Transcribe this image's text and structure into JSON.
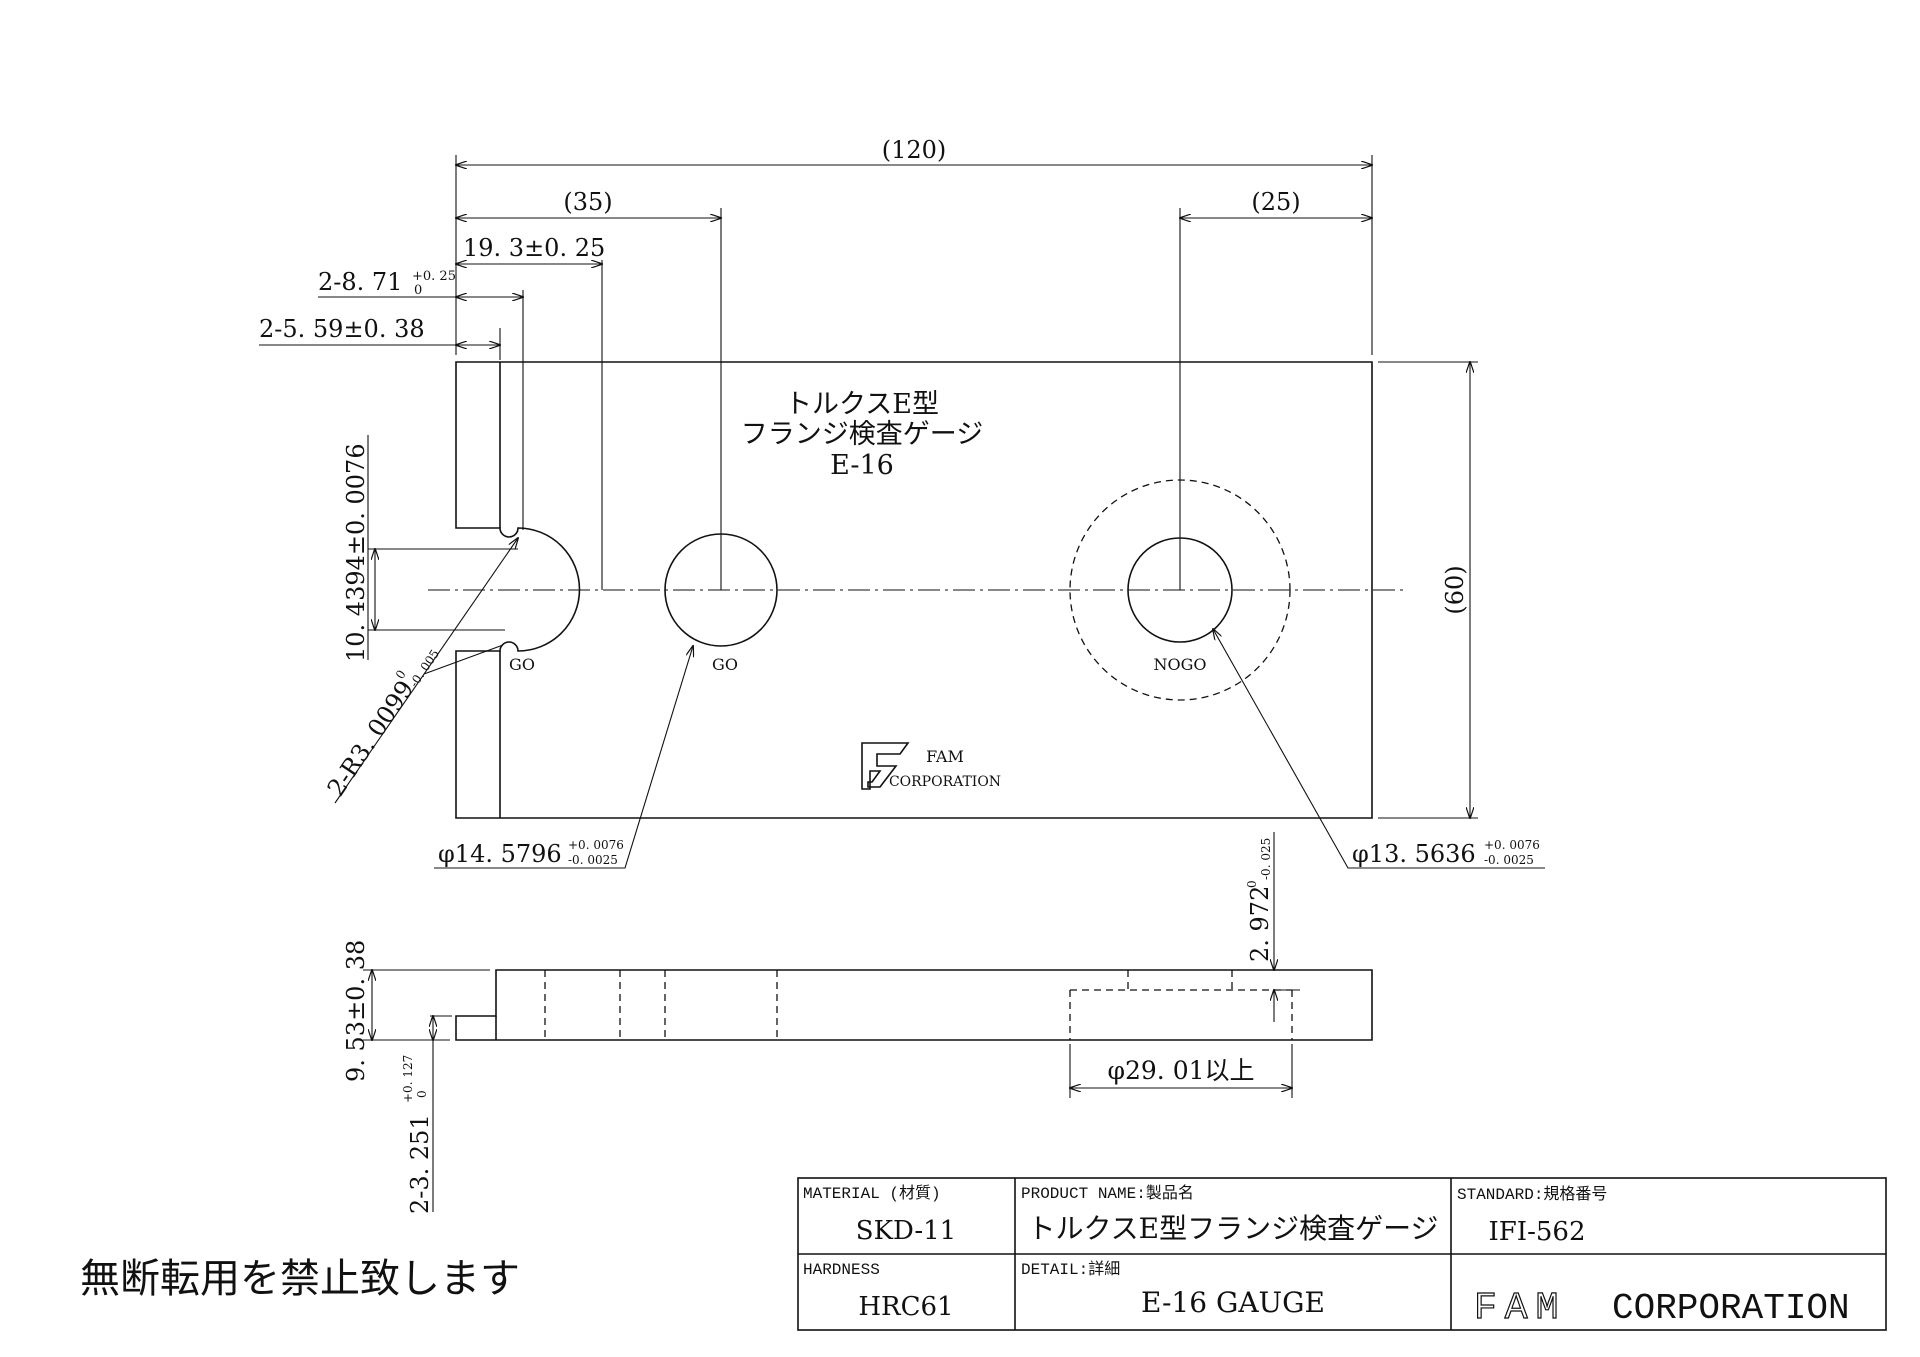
{
  "part_label": {
    "line1": "トルクスE型",
    "line2": "フランジ検査ゲージ",
    "line3": "E-16"
  },
  "holes": {
    "go_left": "GO",
    "go_mid": "GO",
    "nogo": "NOGO"
  },
  "logo": {
    "fam": "FAM",
    "corporation": "CORPORATION"
  },
  "dims": {
    "d120": "(120)",
    "d35": "(35)",
    "d25": "(25)",
    "d60": "(60)",
    "d19_3": "19. 3±0. 25",
    "d8_71_main": "2-8. 71",
    "d8_71_tol_upper": "+0. 25",
    "d8_71_tol_lower": "0",
    "d5_59": "2-5. 59±0. 38",
    "d10_4394": "10. 4394±0. 0076",
    "r3_main": "2-R3. 0099",
    "r3_tol_upper": "0",
    "r3_tol_lower": "-0. 005",
    "phi14_main": "φ14. 5796",
    "phi14_tol_upper": "+0. 0076",
    "phi14_tol_lower": "-0. 0025",
    "phi13_main": "φ13. 5636",
    "phi13_tol_upper": "+0. 0076",
    "phi13_tol_lower": "-0. 0025",
    "d2_972_main": "2. 972",
    "d2_972_tol_upper": "0",
    "d2_972_tol_lower": "-0. 025",
    "d9_53": "9. 53±0. 38",
    "d3_251_main": "2-3. 251",
    "d3_251_tol_upper": "+0. 127",
    "d3_251_tol_lower": "0",
    "phi29": "φ29. 01以上"
  },
  "notice": "無断転用を禁止致します",
  "title_block": {
    "material_label": "MATERIAL (材質)",
    "material_value": "SKD-11",
    "product_label": "PRODUCT NAME:製品名",
    "product_value": "トルクスE型フランジ検査ゲージ",
    "standard_label": "STANDARD:規格番号",
    "standard_value": "IFI-562",
    "hardness_label": "HARDNESS",
    "hardness_value": "HRC61",
    "detail_label": "DETAIL:詳細",
    "detail_value": "E-16 GAUGE",
    "company_fam": "FAM",
    "company_corp": "CORPORATION"
  }
}
